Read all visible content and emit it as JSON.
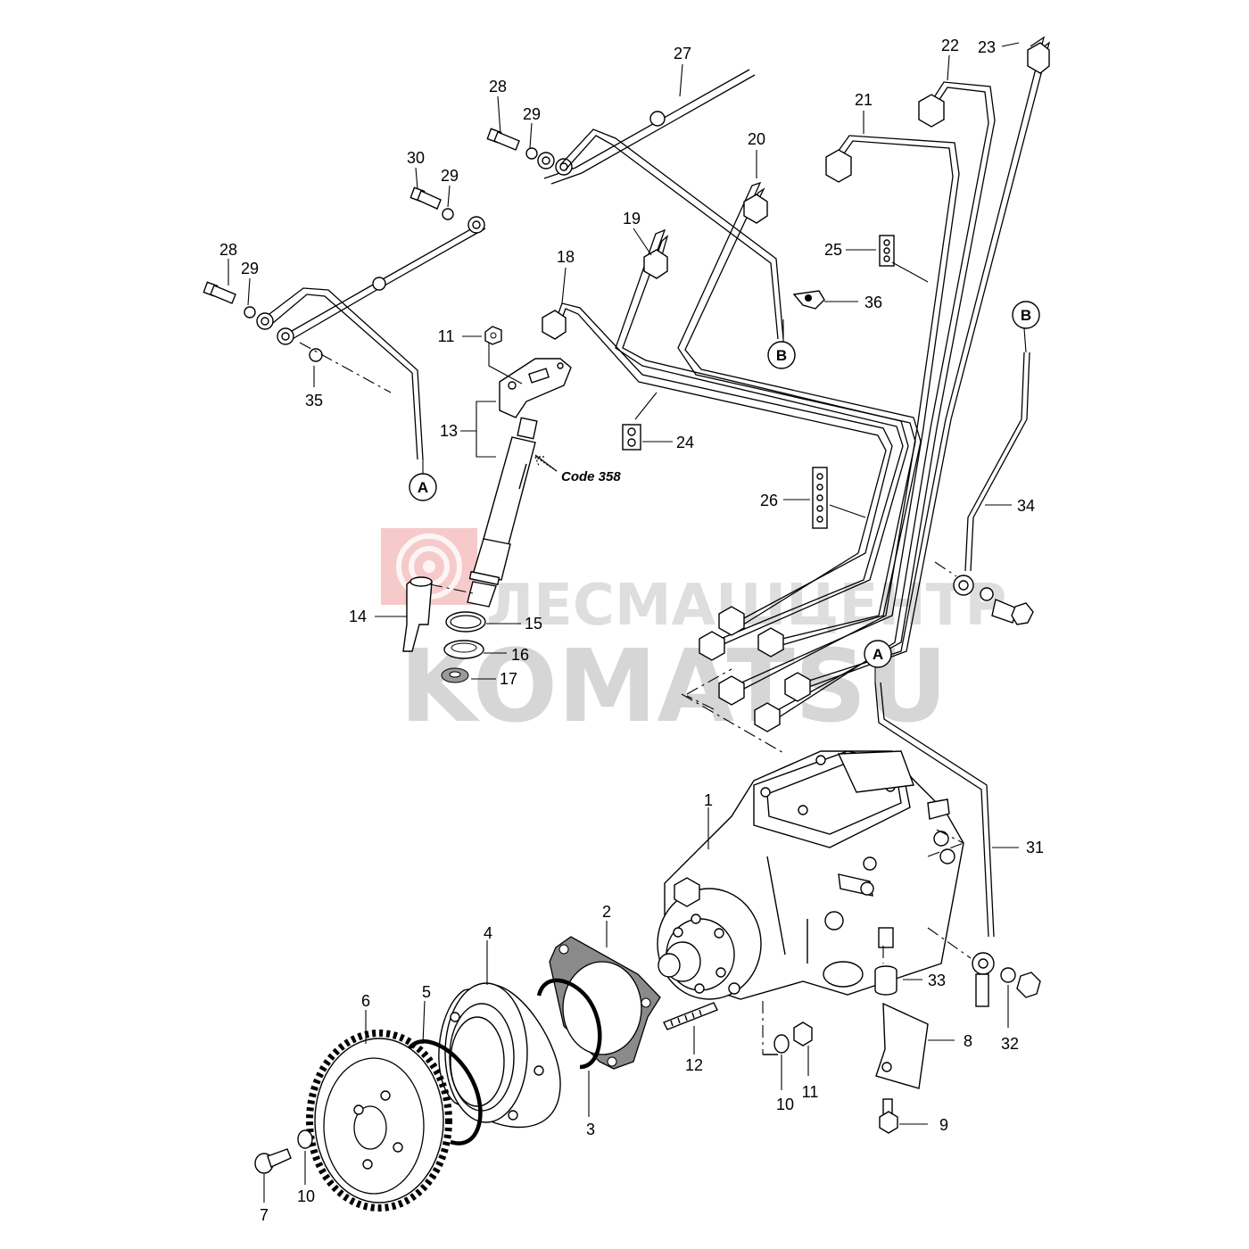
{
  "watermark": {
    "text_line1": "ЛЕСМАШЦЕНТР",
    "text_line2": "KOMATSU",
    "logo_color": "#e57373"
  },
  "code_note": "Code 358",
  "callouts": {
    "a_top": "A",
    "a_bottom": "A",
    "b_left": "B",
    "b_right": "B"
  },
  "labels": {
    "p1": "1",
    "p2": "2",
    "p3": "3",
    "p4": "4",
    "p5": "5",
    "p6": "6",
    "p7": "7",
    "p8": "8",
    "p9": "9",
    "p10a": "10",
    "p10b": "10",
    "p11a": "11",
    "p11b": "11",
    "p12": "12",
    "p13": "13",
    "p14": "14",
    "p15": "15",
    "p16": "16",
    "p17": "17",
    "p18": "18",
    "p19": "19",
    "p20": "20",
    "p21": "21",
    "p22": "22",
    "p23": "23",
    "p24": "24",
    "p25": "25",
    "p26": "26",
    "p27": "27",
    "p28a": "28",
    "p28b": "28",
    "p29a": "29",
    "p29b": "29",
    "p29c": "29",
    "p30": "30",
    "p31": "31",
    "p32": "32",
    "p33": "33",
    "p34": "34",
    "p35": "35",
    "p36": "36"
  }
}
